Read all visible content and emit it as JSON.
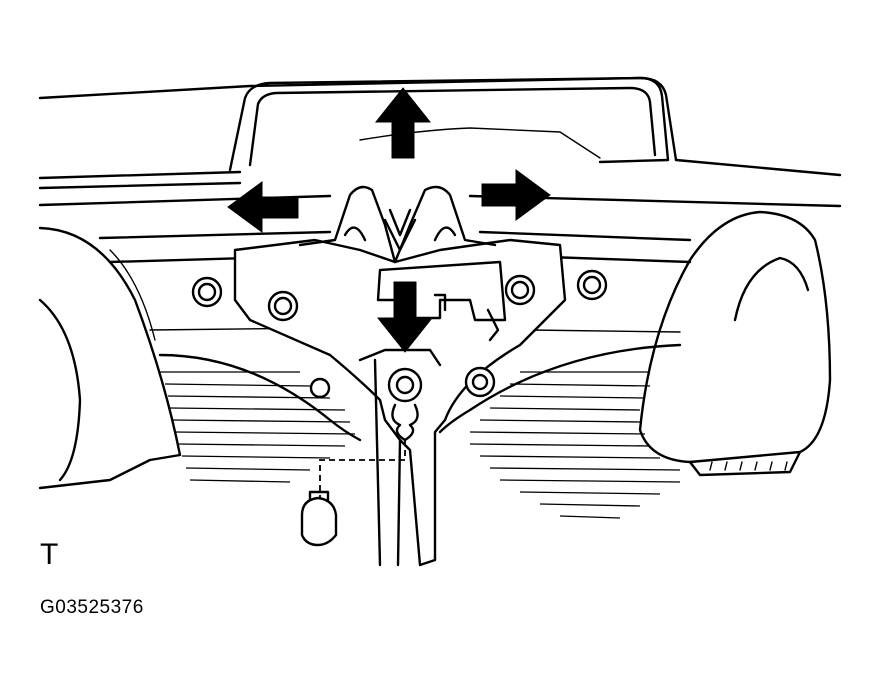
{
  "figure": {
    "corner_label": "T",
    "figure_code": "G03525376"
  },
  "arrows": [
    {
      "direction": "up"
    },
    {
      "direction": "left"
    },
    {
      "direction": "right"
    },
    {
      "direction": "down"
    }
  ]
}
